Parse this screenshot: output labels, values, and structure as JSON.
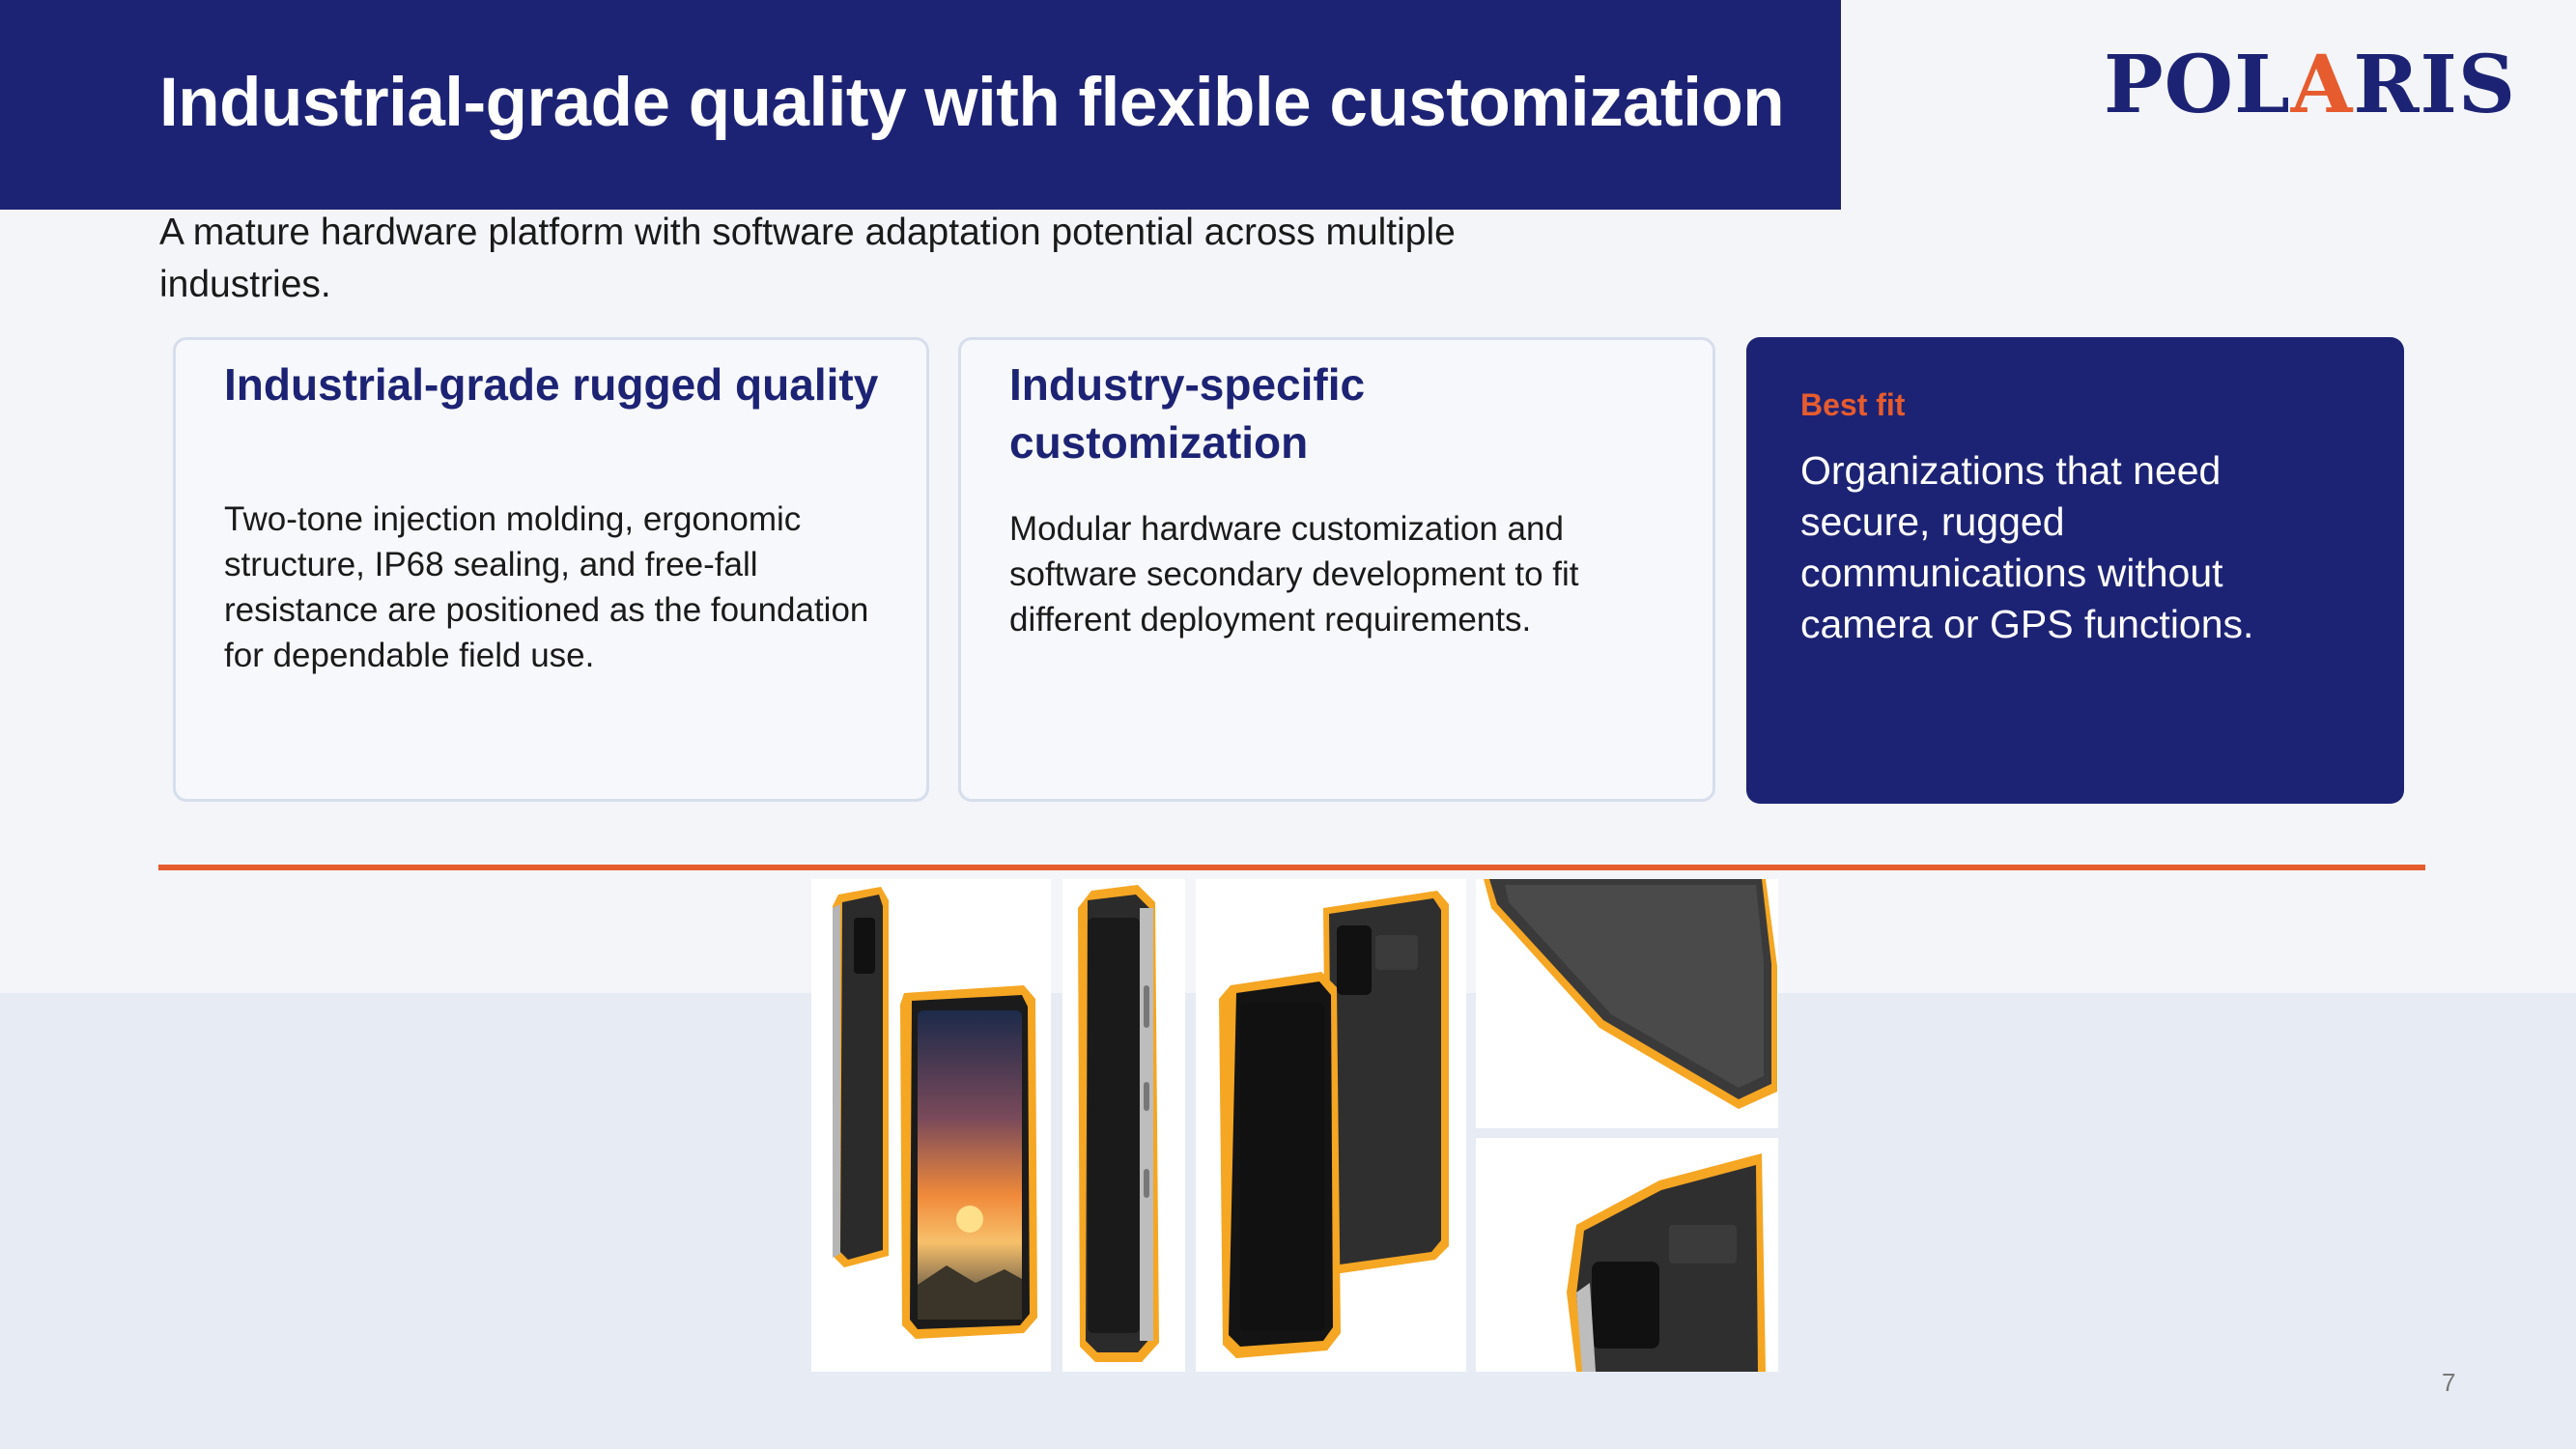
{
  "header": {
    "title": "Industrial-grade quality with flexible customization",
    "logo": {
      "before": "POL",
      "accent": "A",
      "after": "RIS"
    }
  },
  "subtitle": "A mature hardware platform with software adaptation potential across multiple industries.",
  "cards": [
    {
      "title": "Industrial-grade rugged quality",
      "body": "Two-tone injection molding, ergonomic structure, IP68 sealing, and free-fall resistance are positioned as the foundation for dependable field use."
    },
    {
      "title": "Industry-specific customization",
      "body": "Modular hardware customization and software secondary development to fit different deployment requirements."
    }
  ],
  "best_fit": {
    "label": "Best fit",
    "text": "Organizations that need secure, rugged communications without camera or GPS functions."
  },
  "page_number": "7",
  "colors": {
    "navy": "#1d2374",
    "accent_orange": "#e65c2e",
    "phone_frame_orange": "#f5a623",
    "background": "#f3f5f9"
  }
}
